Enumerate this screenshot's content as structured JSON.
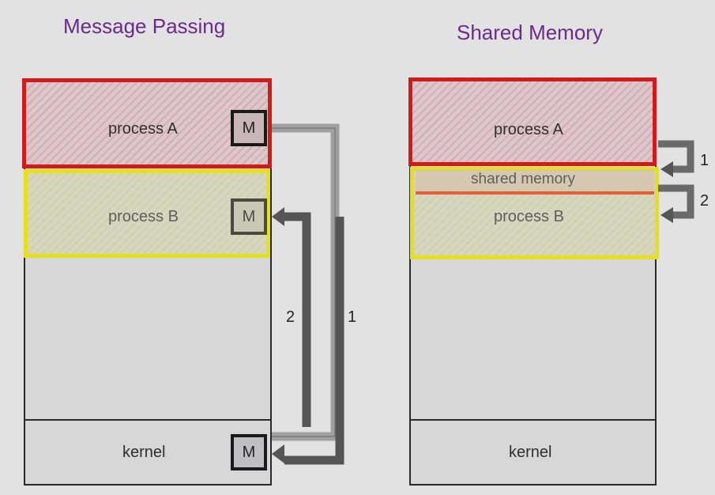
{
  "message_passing": {
    "title": "Message Passing",
    "process_a": "process A",
    "process_b": "process B",
    "kernel": "kernel",
    "message_label": "M",
    "arrow_1": "1",
    "arrow_2": "2"
  },
  "shared_memory": {
    "title": "Shared Memory",
    "process_a": "process A",
    "shared_region": "shared memory",
    "process_b": "process B",
    "kernel": "kernel",
    "arrow_1": "1",
    "arrow_2": "2"
  },
  "colors": {
    "title": "#6a2a8e",
    "process_a_border": "#d11b1b",
    "process_b_border": "#e6e01c",
    "shared_border": "#e0603a",
    "arrow_light": "#a0a0a0",
    "arrow_dark": "#555555"
  }
}
